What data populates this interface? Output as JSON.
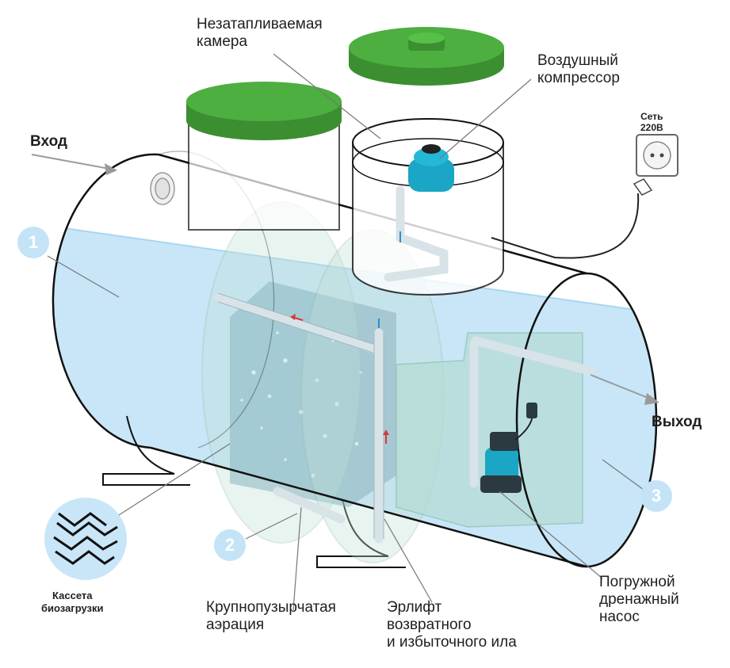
{
  "labels": {
    "inlet": "Вход",
    "outlet": "Выход",
    "unheated_chamber": "Незатапливаемая\nкамера",
    "compressor": "Воздушный\nкомпрессор",
    "mains": "Сеть\n220В",
    "cassette": "Кассета\nбиозагрузки",
    "aeration": "Крупнопузырчатая\nаэрация",
    "airlift": "Эрлифт\nвозвратного\nи избыточного ила",
    "pump": "Погружной\nдренажный\nнасос"
  },
  "badges": {
    "one": "1",
    "two": "2",
    "three": "3"
  },
  "colors": {
    "water": "#c8e6f7",
    "water_dark": "#9fcfee",
    "lid": "#4caf3f",
    "lid_dark": "#3b8f30",
    "compressor": "#1aa6c4",
    "badge": "#c4e3f6",
    "outline": "#111111"
  }
}
